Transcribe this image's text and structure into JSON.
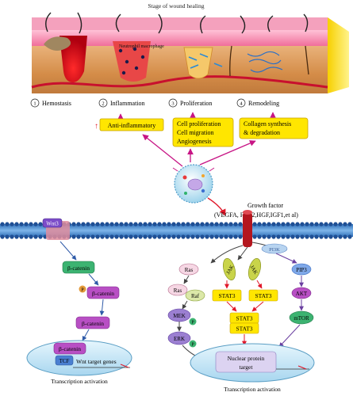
{
  "header": {
    "title": "Stage of wound healing"
  },
  "skin": {
    "cell_label": "Neutrophil macrophage"
  },
  "stages": [
    {
      "num": "1",
      "label": "Hemostasis"
    },
    {
      "num": "2",
      "label": "Inflammation"
    },
    {
      "num": "3",
      "label": "Proliferation"
    },
    {
      "num": "4",
      "label": "Remodeling"
    }
  ],
  "effects": {
    "anti_inflammatory": "Anti-inflammatory",
    "proliferation": [
      "Cell proliferation",
      "Cell migration",
      "Angiogenesis"
    ],
    "remodeling": [
      "Collagen synthesis",
      "& degradation"
    ]
  },
  "growth_factor": {
    "title": "Growth factor",
    "list": "(VEGFA, FGF2,HGF,IGF1,et al)"
  },
  "wnt_pathway": {
    "receptor": "Wnt3",
    "beta_catenin": "β-catenin",
    "phospho": "P",
    "tcf": "TCF",
    "target_genes": "Wnt target genes",
    "activation": "Transcription activation"
  },
  "gf_pathway": {
    "ras": "Ras",
    "raf": "Raf",
    "mek": "MEK",
    "erk": "ERK",
    "jak": "JAK",
    "stat3": "STAT3",
    "pi3k": "PI3K",
    "pip3": "PIP3",
    "akt": "AKT",
    "mtor": "mTOR",
    "phospho": "P",
    "nuclear_target_line1": "Nuclear protein",
    "nuclear_target_line2": "target",
    "activation": "Transcription activation"
  },
  "colors": {
    "skin_top": "#f06e9a",
    "dermis": "#d9a066",
    "membrane": "#4a90d9",
    "arrow_pink": "#c71585",
    "yellow_box": "#ffe600",
    "green_node": "#3cb371",
    "purple_node": "#b84fc4",
    "nucleus": "#bfe3f5"
  }
}
